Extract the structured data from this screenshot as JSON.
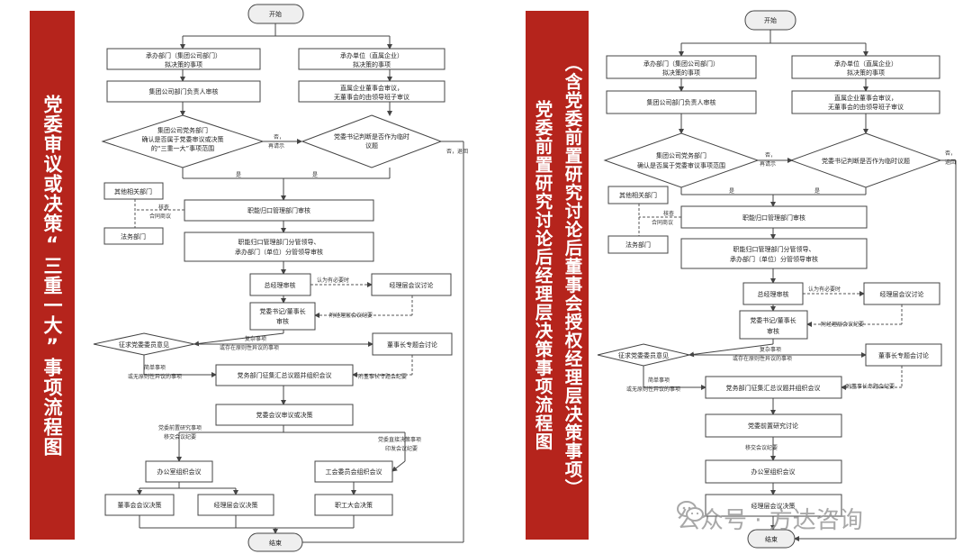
{
  "left_banner": {
    "text": "党委审议或决策“三重一大”事项流程图"
  },
  "right_banner": {
    "col1": "（含党委前置研究讨论后董事会授权经理层决策事项）",
    "col2": "党委前置研究讨论后经理层决策事项流程图"
  },
  "left_flow": {
    "start": "开始",
    "dept_a_1": "承办部门（集团公司部门）",
    "dept_a_2": "拟决策的事项",
    "dept_b_1": "承办单位（直属企业）",
    "dept_b_2": "拟决策的事项",
    "head_review": "集团公司部门负责人审核",
    "board_b_1": "直属企业董事会审议，",
    "board_b_2": "无董事会的由领导班子审议",
    "d1_1": "集团公司党务部门",
    "d1_2": "确认是否属于党委审议或决策",
    "d1_3": "的“三重一大”事项范围",
    "d2_1": "党委书记判断是否作为临时",
    "d2_2": "议题",
    "no_again_1": "否，",
    "no_again_2": "再请示",
    "no_back": "否，退回",
    "yes1": "是",
    "yes2": "是",
    "other_dept": "其他相关部门",
    "legal": "法务部门",
    "check_note_1": "核查",
    "check_note_2": "合同商议",
    "func_review": "职能归口管理部门审核",
    "func_lead_1": "职能归口管理部门分管领导、",
    "func_lead_2": "承办部门（单位）分管领导审核",
    "gm_review": "总经理审核",
    "gm_note": "认为有必要时",
    "mgmt_meet": "经理层会议讨论",
    "sec_1": "党委书记/董事长",
    "sec_2": "审核",
    "sec_note": "附经理层会议纪要",
    "consult": "征求党委委员意见",
    "complex_1": "复杂事项",
    "complex_2": "或存在原则性异议的事项",
    "chair_topic": "董事长专题会讨论",
    "simple_1": "简单事项",
    "simple_2": "或无原则性异议的事项",
    "party_collect": "党务部门征集汇总议题并组织会议",
    "chair_note": "附董事长专题会纪要",
    "party_meet": "党委会议审议或决策",
    "pre_note_1": "党委前置研究事项",
    "pre_note_2": "移交会议纪要",
    "direct_note_1": "党委直接决策事项",
    "direct_note_2": "印发会议纪要",
    "office_org": "办公室组织会议",
    "union_org": "工会委员会组织会议",
    "board_decide": "董事会会议决策",
    "mgmt_decide": "经理层会议决策",
    "staff_decide": "职工大会决策",
    "end": "结束"
  },
  "right_flow": {
    "start": "开始",
    "dept_a_1": "承办部门（集团公司部门）",
    "dept_a_2": "拟决策的事项",
    "dept_b_1": "承办单位（直属企业）",
    "dept_b_2": "拟决策的事项",
    "head_review": "集团公司部门负责人审核",
    "board_b_1": "直属企业董事会审议，",
    "board_b_2": "无董事会的由领导班子审议",
    "d1_1": "集团公司党务部门",
    "d1_2": "确认是否属于党委审议事项范围",
    "d2_1": "党委书记判断是否作为临时议题",
    "no_again_1": "否，",
    "no_again_2": "再请示",
    "no_back_1": "否，",
    "no_back_2": "退回",
    "yes1": "是",
    "yes2": "是",
    "other_dept": "其他相关部门",
    "legal": "法务部门",
    "check_note_1": "核查",
    "check_note_2": "合同商议",
    "func_review": "职能归口管理部门审核",
    "func_lead_1": "职能归口管理部门分管领导、",
    "func_lead_2": "承办部门（单位）分管领导审核",
    "gm_review": "总经理审核",
    "gm_note": "认为有必要时",
    "mgmt_meet": "经理层会议讨论",
    "sec_1": "党委书记/董事长",
    "sec_2": "审核",
    "sec_note": "附经理层会议纪要",
    "consult": "征求党委委员意见",
    "complex_1": "复杂事项",
    "complex_2": "或存在原则性异议的事项",
    "chair_topic": "董事长专题会讨论",
    "simple_1": "简单事项",
    "simple_2": "或无原则性异议的事项",
    "party_collect": "党务部门征集汇总议题并组织会议",
    "chair_note": "附董事长专题会纪要",
    "pre_study": "党委前置研究讨论",
    "transfer_note": "移交会议纪要",
    "office_org": "办公室组织会议",
    "mgmt_decide": "经理层会议决策",
    "end": "结束"
  },
  "watermark": "公众号 · 方达咨询"
}
